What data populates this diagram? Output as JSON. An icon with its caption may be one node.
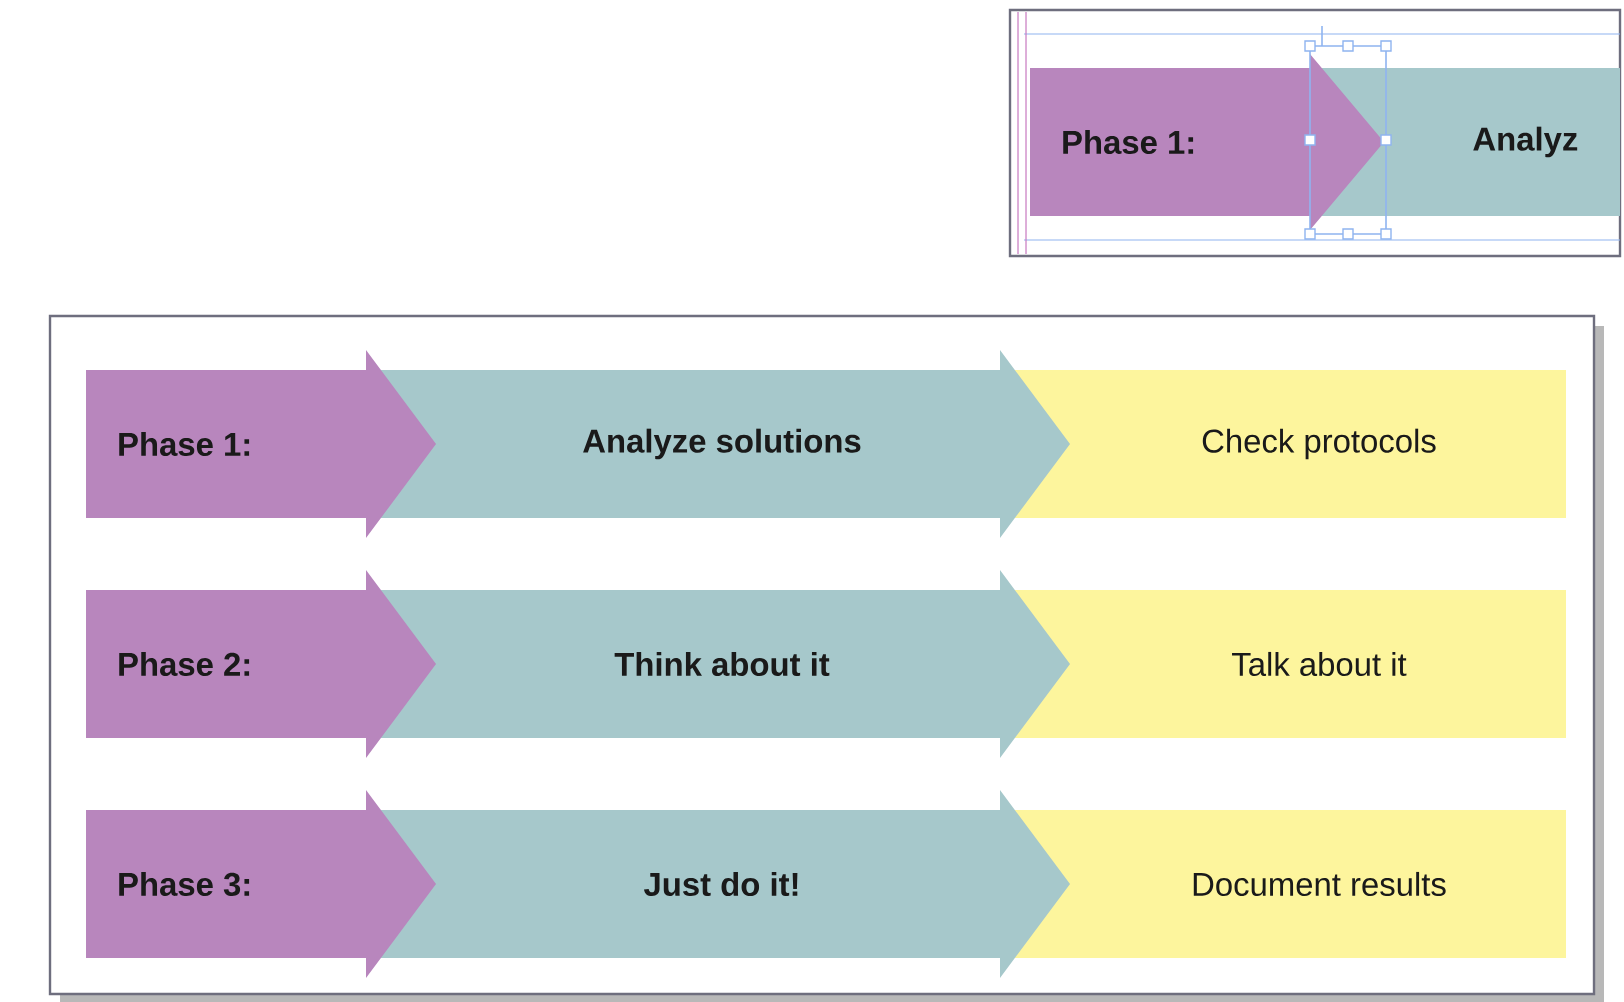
{
  "diagram": {
    "nodes": [
      {
        "text": [],
        "shape": "box"
      },
      {
        "text": [
          "Phase 1:"
        ],
        "in": 0
      },
      {
        "text": [
          "Analyz"
        ],
        "in": 0
      },
      {
        "text": [],
        "shape": "box"
      },
      {
        "text": [
          "Phase 1:"
        ],
        "in": 3
      },
      {
        "text": [
          "Analyze solutions"
        ],
        "in": 3
      },
      {
        "text": [
          "Check protocols"
        ],
        "in": 3
      },
      {
        "text": [
          "Phase 2:"
        ],
        "in": 3
      },
      {
        "text": [
          "Think about it"
        ],
        "in": 3
      },
      {
        "text": [
          "Talk about it"
        ],
        "in": 3
      },
      {
        "text": [
          "Phase 3:"
        ],
        "in": 3
      },
      {
        "text": [
          "Just do it!"
        ],
        "in": 3
      },
      {
        "text": [
          "Document results"
        ],
        "in": 3
      }
    ]
  }
}
